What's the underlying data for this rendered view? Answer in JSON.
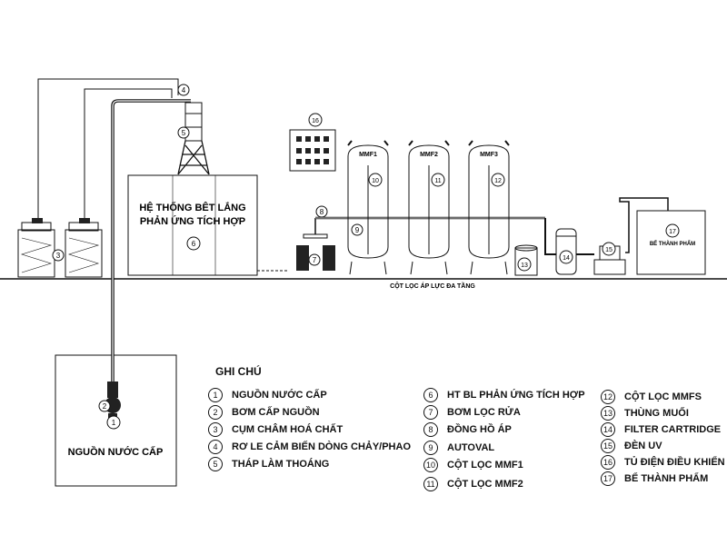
{
  "labels": {
    "settling_system": [
      "HỆ THỐNG BÊT LẮNG",
      "PHẢN ỨNG TÍCH HỢP"
    ],
    "water_source": "NGUỒN NƯỚC CẤP",
    "pressure_columns": "CỘT LỌC ÁP LỰC ĐA TẦNG",
    "product_tank": "BỂ THÀNH PHẨM",
    "mmf1": "MMF1",
    "mmf2": "MMF2",
    "mmf3": "MMF3"
  },
  "markers": [
    "1",
    "2",
    "3",
    "4",
    "5",
    "6",
    "7",
    "8",
    "9",
    "10",
    "11",
    "12",
    "13",
    "14",
    "15",
    "16",
    "17"
  ],
  "legend": {
    "title": "GHI CHÚ",
    "items": [
      {
        "num": "1",
        "text": "NGUỒN NƯỚC CẤP"
      },
      {
        "num": "2",
        "text": "BƠM CẤP NGUỒN"
      },
      {
        "num": "3",
        "text": "CỤM CHÂM HOÁ CHẤT"
      },
      {
        "num": "4",
        "text": "RƠ LE CẢM BIẾN DÒNG CHẢY/PHAO"
      },
      {
        "num": "5",
        "text": "THÁP LÀM THOÁNG"
      },
      {
        "num": "6",
        "text": "HT BL PHẢN ỨNG TÍCH HỢP"
      },
      {
        "num": "7",
        "text": "BƠM LỌC RỬA"
      },
      {
        "num": "8",
        "text": "ĐỒNG HỒ ÁP"
      },
      {
        "num": "9",
        "text": "AUTOVAL"
      },
      {
        "num": "10",
        "text": "CỘT LỌC MMF1"
      },
      {
        "num": "11",
        "text": "CỘT LỌC MMF2"
      },
      {
        "num": "12",
        "text": "CỘT LỌC MMFS"
      },
      {
        "num": "13",
        "text": "THÙNG MUỐI"
      },
      {
        "num": "14",
        "text": "FILTER CARTRIDGE"
      },
      {
        "num": "15",
        "text": "ĐÈN UV"
      },
      {
        "num": "16",
        "text": "TỦ ĐIỆN ĐIỀU KHIỂN"
      },
      {
        "num": "17",
        "text": "BỂ THÀNH PHẨM"
      }
    ]
  }
}
